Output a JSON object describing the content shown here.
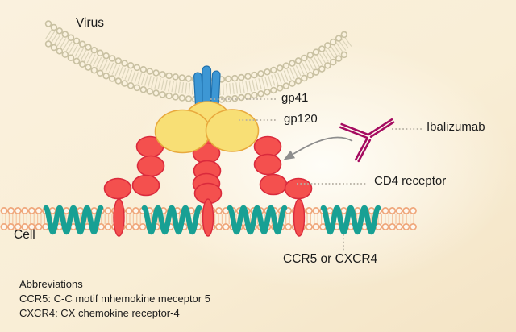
{
  "labels": {
    "virus": "Virus",
    "cell": "Cell",
    "gp41": "gp41",
    "gp120": "gp120",
    "ibalizumab": "Ibalizumab",
    "cd4_receptor": "CD4 receptor",
    "coreceptor": "CCR5 or CXCR4"
  },
  "abbreviations": {
    "title": "Abbreviations",
    "items": [
      "CCR5: C-C motif mhemokine meceptor 5",
      "CXCR4: CX chemokine receptor-4"
    ]
  },
  "icons": {
    "ibalizumab": "antibody-y-icon",
    "binding": "curved-arrow-icon",
    "virus_envelope": "lipid-bilayer-arc-icon",
    "cell_membrane": "lipid-bilayer-icon",
    "coreceptor": "helix-coil-icon"
  },
  "palette": {
    "background_cream": "#f9efd8",
    "background_glow": "#fffef9",
    "virus_membrane_tan": "#c9c1a2",
    "cell_membrane_peach": "#efa67a",
    "cell_membrane_tails": "#f6c5a0",
    "coreceptor_teal": "#18a094",
    "receptor_red": "#f4504e",
    "receptor_red_outline": "#da2a3c",
    "gp120_yellow": "#f8df75",
    "gp120_yellow_outline": "#e8a93d",
    "gp41_blue": "#3d97d4",
    "gp41_blue_outline": "#2071ad",
    "antibody_magenta": "#a50b60",
    "arrow_gray": "#8d8d8d",
    "leader_dotted": "#b5afa2",
    "text": "#1b1b1b"
  }
}
